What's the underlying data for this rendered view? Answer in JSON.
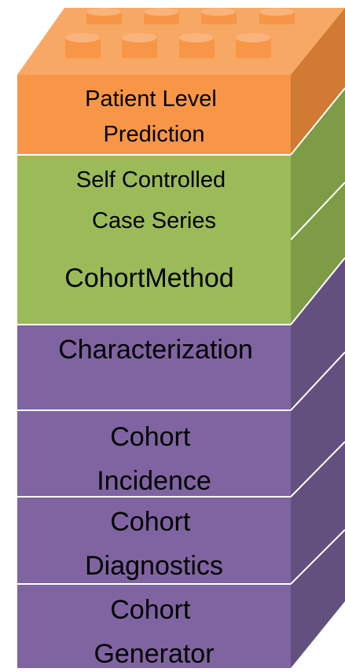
{
  "diagram": {
    "colors": {
      "orange_front": "#F79646",
      "orange_side": "#D07A33",
      "orange_top": "#F8A865",
      "stud_front": "#F79646",
      "stud_top": "#F9B47C",
      "green_front": "#9BBB59",
      "green_side": "#7E9B45",
      "purple_front": "#8064A2",
      "purple_side": "#64507F",
      "edge": "#FFFFFF"
    },
    "blocks": [
      {
        "id": "patient-level-prediction",
        "color": "orange",
        "lines": [
          "Patient Level",
          "Prediction"
        ]
      },
      {
        "id": "self-controlled-case-series",
        "color": "green",
        "lines": [
          "Self Controlled",
          "Case Series"
        ]
      },
      {
        "id": "cohortmethod",
        "color": "green",
        "lines": [
          "CohortMethod"
        ]
      },
      {
        "id": "characterization",
        "color": "purple",
        "lines": [
          "Characterization"
        ]
      },
      {
        "id": "cohort-incidence",
        "color": "purple",
        "lines": [
          "Cohort",
          "Incidence"
        ]
      },
      {
        "id": "cohort-diagnostics",
        "color": "purple",
        "lines": [
          "Cohort",
          "Diagnostics"
        ]
      },
      {
        "id": "cohort-generator",
        "color": "purple",
        "lines": [
          "Cohort",
          "Generator"
        ]
      }
    ]
  }
}
